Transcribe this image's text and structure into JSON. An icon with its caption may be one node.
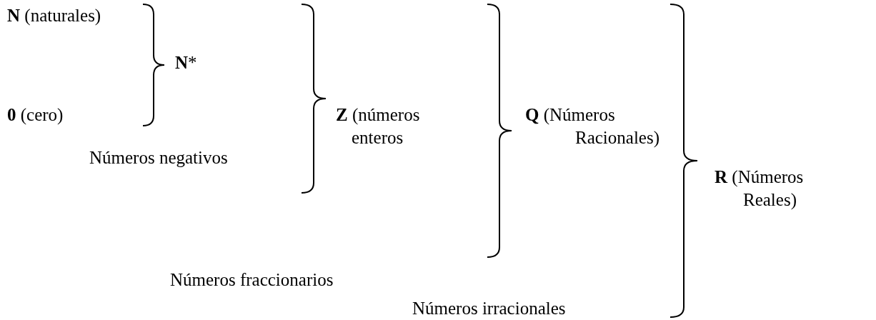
{
  "diagram": {
    "labels": [
      "**N** (naturales)",
      "**N***",
      "**0** (cero)",
      "**Z** (números enteros",
      "**Q** (Números Racionales)",
      "Números negativos",
      "**R** (Números Reales)",
      "Números fraccionarios",
      "Números irracionales"
    ]
  }
}
